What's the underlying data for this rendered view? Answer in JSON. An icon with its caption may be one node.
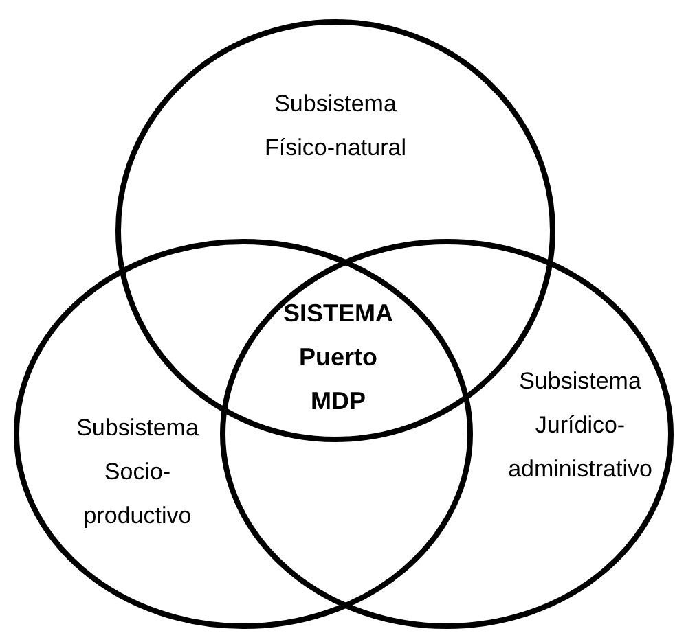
{
  "diagram": {
    "nodes": [
      {
        "text": [
          "Subsistema Físico-natural"
        ]
      },
      {
        "text": [
          "Subsistema Socio-productivo"
        ]
      },
      {
        "text": [
          "Subsistema Jurídico-administrativo"
        ]
      }
    ],
    "labels": [
      "SISTEMA Puerto MDP"
    ]
  }
}
